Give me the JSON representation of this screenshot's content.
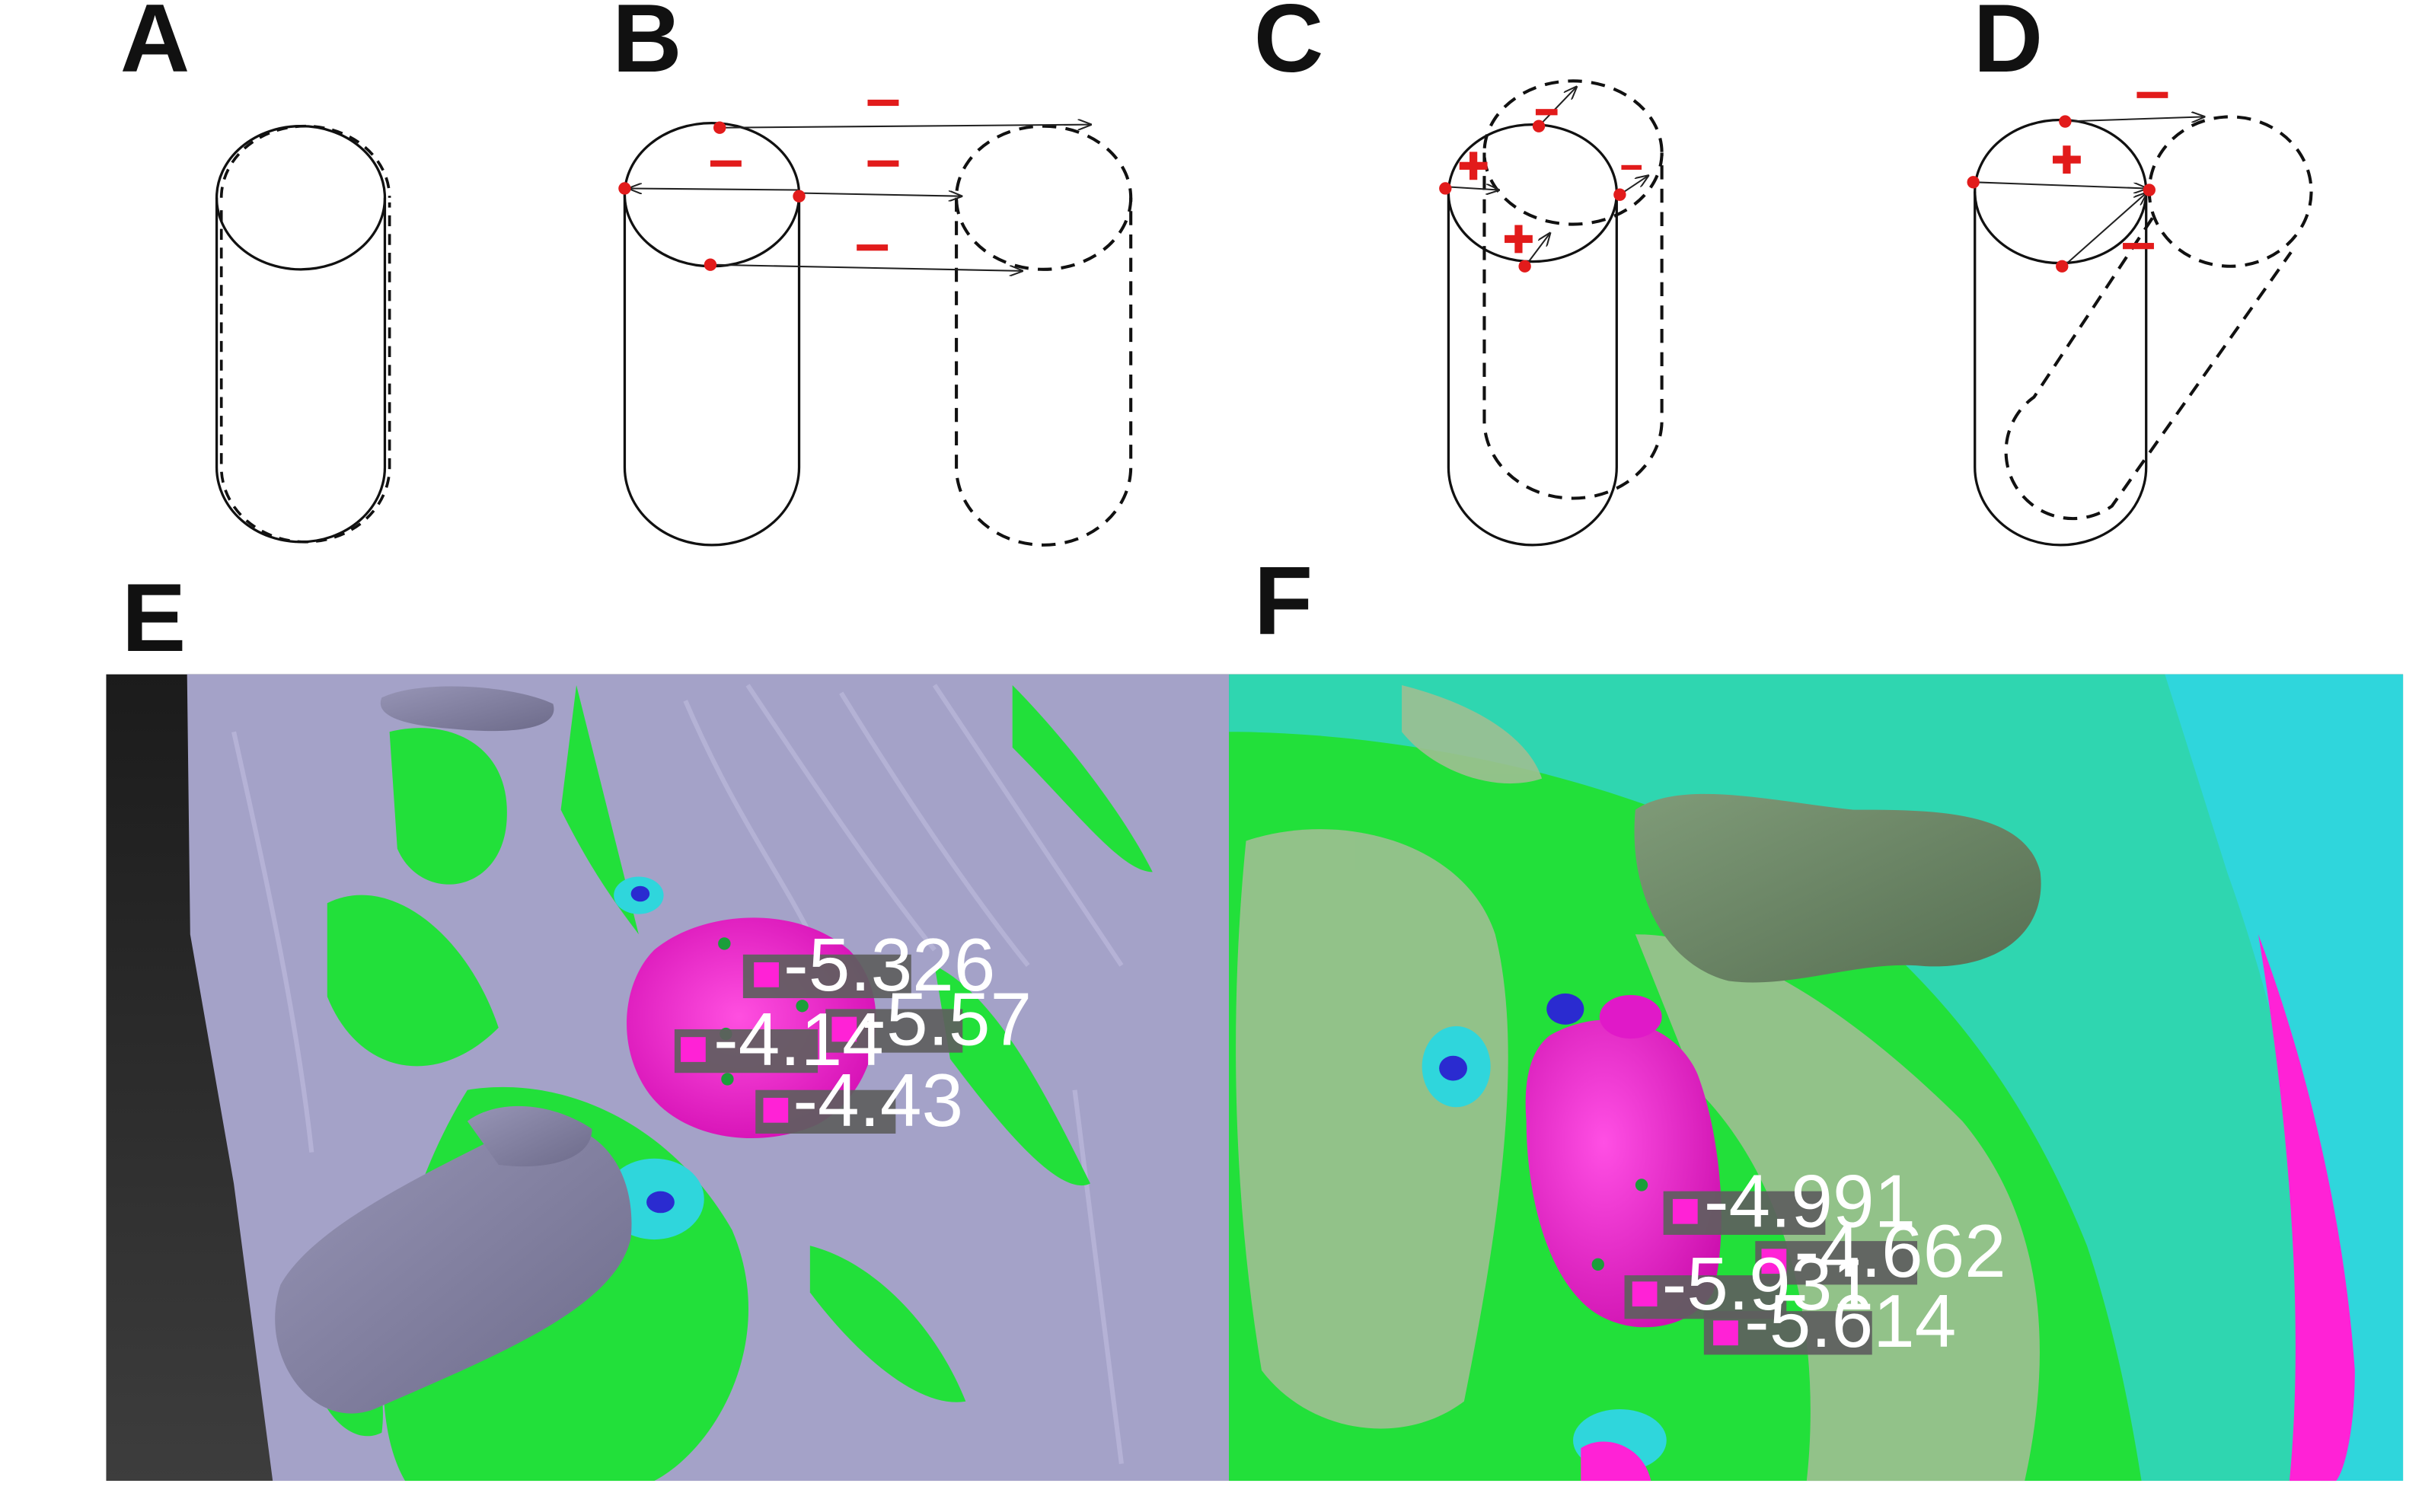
{
  "panel_labels": {
    "a": "A",
    "b": "B",
    "c": "C",
    "d": "D",
    "e": "E",
    "f": "F"
  },
  "colors": {
    "marker_red": "#e21b1b",
    "scan_gray": "#a4a2c8",
    "deviation_green": "#22e03a",
    "deviation_cyan": "#2fd6dc",
    "deviation_magenta": "#ff22d6",
    "reference_green": "#6f8c6a",
    "label_box": "#5e5e5e"
  },
  "panel_e": {
    "measurements": [
      {
        "id": "e1",
        "value": "-5.326"
      },
      {
        "id": "e2",
        "value": "-5.57"
      },
      {
        "id": "e3",
        "value": "-4.14"
      },
      {
        "id": "e4",
        "value": "-4.43"
      }
    ]
  },
  "panel_f": {
    "measurements": [
      {
        "id": "f1",
        "value": "-4.991"
      },
      {
        "id": "f2",
        "value": "-4.662"
      },
      {
        "id": "f3",
        "value": "-5.931"
      },
      {
        "id": "f4",
        "value": "-5.614"
      }
    ]
  }
}
